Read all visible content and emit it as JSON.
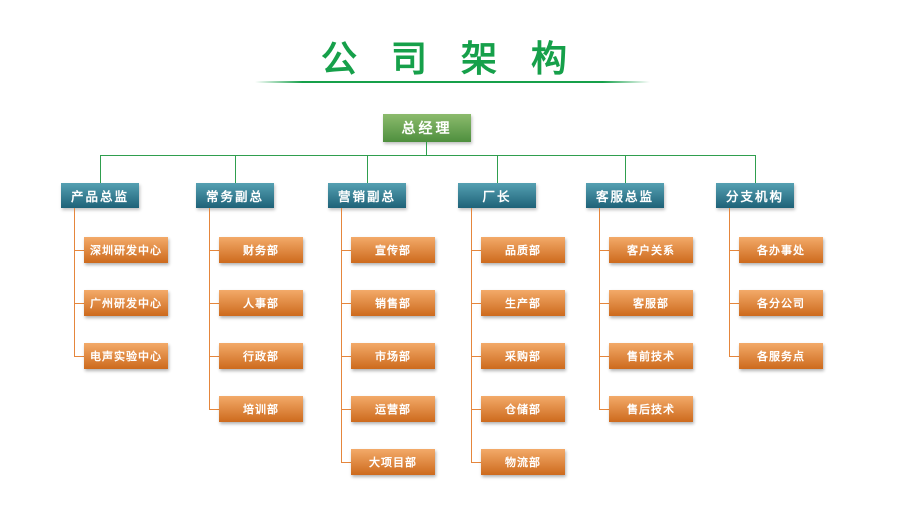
{
  "title": "公 司 架 构",
  "colors": {
    "title_green": "#16a04a",
    "line_green": "#2f9e4e",
    "line_orange": "#e5863c",
    "root_green": "#4e8f3e",
    "branch_teal": "#1e6278",
    "child_orange": "#cd6a1d"
  },
  "chart": {
    "root_label": "总经理",
    "branches": [
      {
        "label": "产品总监",
        "children": [
          "深圳研发中心",
          "广州研发中心",
          "电声实验中心"
        ]
      },
      {
        "label": "常务副总",
        "children": [
          "财务部",
          "人事部",
          "行政部",
          "培训部"
        ]
      },
      {
        "label": "营销副总",
        "children": [
          "宣传部",
          "销售部",
          "市场部",
          "运营部",
          "大项目部"
        ]
      },
      {
        "label": "厂长",
        "children": [
          "品质部",
          "生产部",
          "采购部",
          "仓储部",
          "物流部"
        ]
      },
      {
        "label": "客服总监",
        "children": [
          "客户关系",
          "客服部",
          "售前技术",
          "售后技术"
        ]
      },
      {
        "label": "分支机构",
        "children": [
          "各办事处",
          "各分公司",
          "各服务点"
        ]
      }
    ]
  }
}
